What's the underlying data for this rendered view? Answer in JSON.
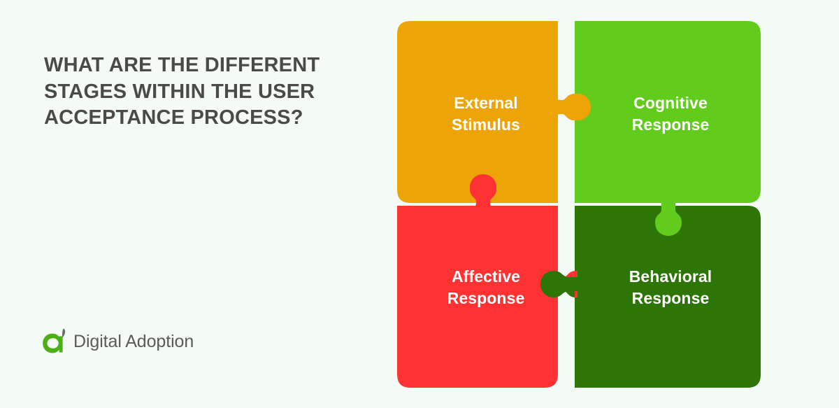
{
  "background_color": "#f4fbf6",
  "headline": {
    "text": "What are the different stages within the user acceptance process?"
  },
  "brand": {
    "mark_icon": "digital-adoption-a-logo-icon",
    "name": "Digital Adoption",
    "mark_color": "#4caf14",
    "leaf_color": "#6b6b68",
    "text_color": "#5b5b58"
  },
  "diagram": {
    "type": "puzzle-2x2",
    "pieces": [
      {
        "id": "external-stimulus",
        "label": "External\nStimulus",
        "color": "#eda408",
        "text_color": "#ffffff",
        "row": 0,
        "col": 0,
        "tab": "right"
      },
      {
        "id": "cognitive-response",
        "label": "Cognitive\nResponse",
        "color": "#62cc1c",
        "text_color": "#ffffff",
        "row": 0,
        "col": 1,
        "tab": "bottom"
      },
      {
        "id": "affective-response",
        "label": "Affective\nResponse",
        "color": "#fe3232",
        "text_color": "#ffffff",
        "row": 1,
        "col": 0,
        "tab": "top"
      },
      {
        "id": "behavioral-response",
        "label": "Behavioral\nResponse",
        "color": "#2d7506",
        "text_color": "#ffffff",
        "row": 1,
        "col": 1,
        "tab": "left"
      }
    ]
  }
}
